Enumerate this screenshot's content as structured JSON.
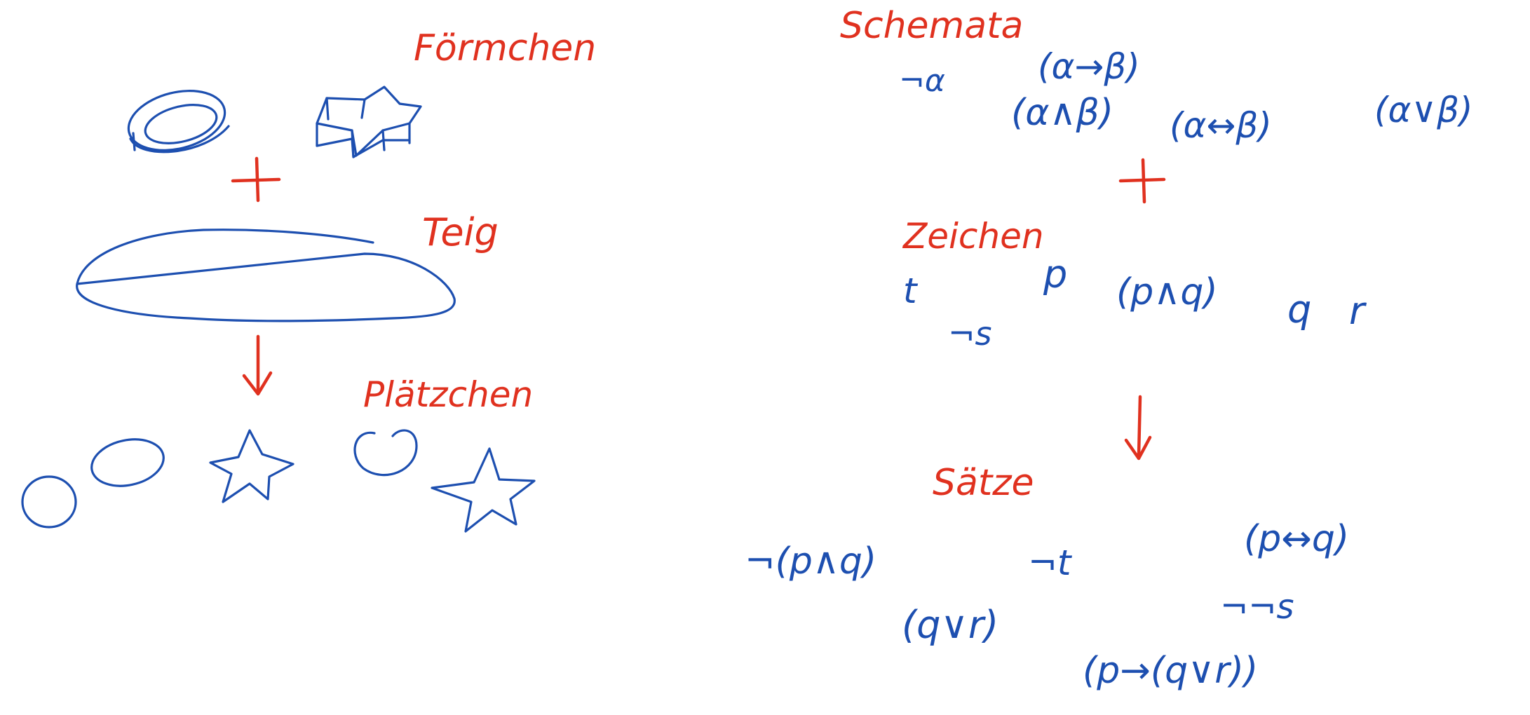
{
  "colors": {
    "ink_blue": "#1d4fb0",
    "ink_red": "#e0311f",
    "background": "#ffffff"
  },
  "left": {
    "label_cutters": "Förmchen",
    "label_dough": "Teig",
    "label_cookies": "Plätzchen"
  },
  "right": {
    "label_schemata": "Schemata",
    "schemata": [
      "¬α",
      "(α→β)",
      "(α∧β)",
      "(α↔β)",
      "(α∨β)"
    ],
    "label_signs": "Zeichen",
    "signs": [
      "t",
      "p",
      "(p∧q)",
      "q",
      "r",
      "¬s"
    ],
    "label_sentences": "Sätze",
    "sentences": [
      "¬(p∧q)",
      "¬t",
      "(p↔q)",
      "(q∨r)",
      "¬¬s",
      "(p→(q∨r))"
    ]
  }
}
